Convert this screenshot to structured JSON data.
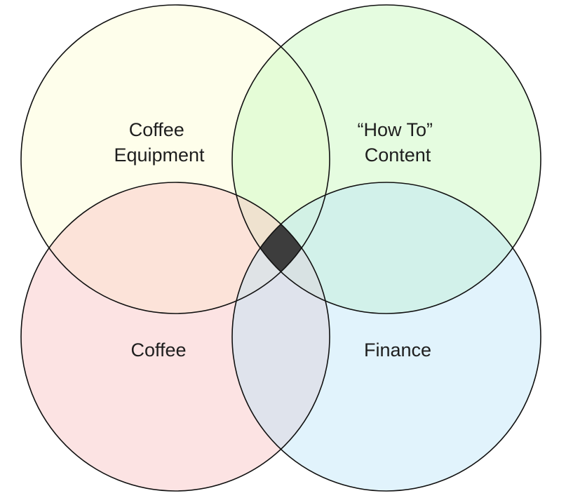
{
  "diagram": {
    "sets": [
      {
        "id": "coffee-equipment",
        "label_lines": [
          "Coffee",
          "Equipment"
        ],
        "fill": "#fefee8",
        "fill_opacity": 0.85
      },
      {
        "id": "how-to-content",
        "label_lines": [
          "“How To”",
          "Content"
        ],
        "fill": "#cff9c6",
        "fill_opacity": 0.55
      },
      {
        "id": "coffee",
        "label_lines": [
          "Coffee"
        ],
        "fill": "#f9c8c8",
        "fill_opacity": 0.5
      },
      {
        "id": "finance",
        "label_lines": [
          "Finance"
        ],
        "fill": "#b8e2f7",
        "fill_opacity": 0.42
      }
    ],
    "outline_color": "#111111",
    "center_intersection": {
      "fill": "#3d3d3d"
    }
  }
}
